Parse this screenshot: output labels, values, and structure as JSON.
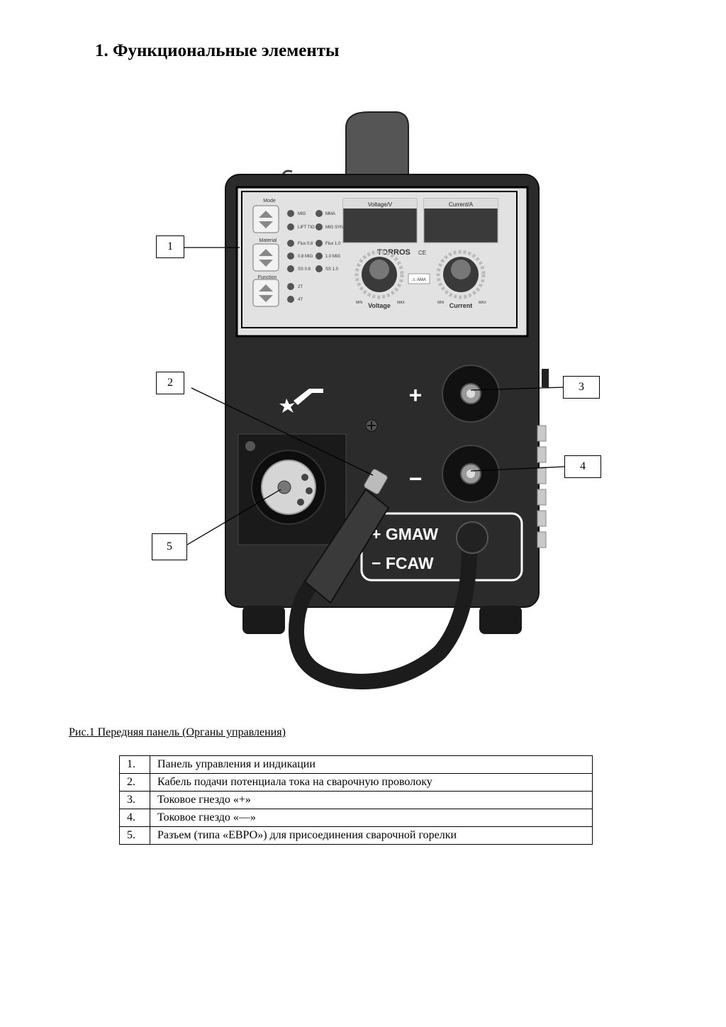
{
  "page": {
    "heading": "1. Функциональные элементы",
    "caption": "Рис.1 Передняя панель (Органы управления)"
  },
  "figure": {
    "callouts": [
      "1",
      "2",
      "3",
      "4",
      "5"
    ],
    "panel": {
      "mode_label": "Mode",
      "mode_options": [
        "MIG",
        "MMA",
        "LIFT TIG",
        "MIG SYN"
      ],
      "material_label": "Material",
      "material_options": [
        "Flux 0.8",
        "Flux 1.0",
        "0.8 MIG",
        "1.0 MIG",
        "SS 0.8",
        "SS 1.0"
      ],
      "function_label": "Function",
      "function_options": [
        "2T",
        "4T"
      ],
      "voltage_display_label": "Voltage/V",
      "current_display_label": "Current/A",
      "brand": "TORROS",
      "ce_mark": "CE",
      "voltage_knob_label": "Voltage",
      "current_knob_label": "Current",
      "min_label": "MIN",
      "max_label": "MAX",
      "warning_label": "⚠ AMA"
    },
    "front": {
      "plus_sign": "+",
      "minus_sign": "−",
      "gmaw_label": "+ GMAW",
      "fcaw_label": "− FCAW"
    }
  },
  "legend": [
    {
      "num": "1.",
      "text": "Панель управления и индикации"
    },
    {
      "num": "2.",
      "text": "Кабель подачи потенциала тока на сварочную проволоку"
    },
    {
      "num": "3.",
      "text": "Токовое гнездо «+»"
    },
    {
      "num": "4.",
      "text": "Токовое гнездо «—»"
    },
    {
      "num": "5.",
      "text": "Разъем (типа «ЕВРО») для присоединения сварочной горелки"
    }
  ]
}
